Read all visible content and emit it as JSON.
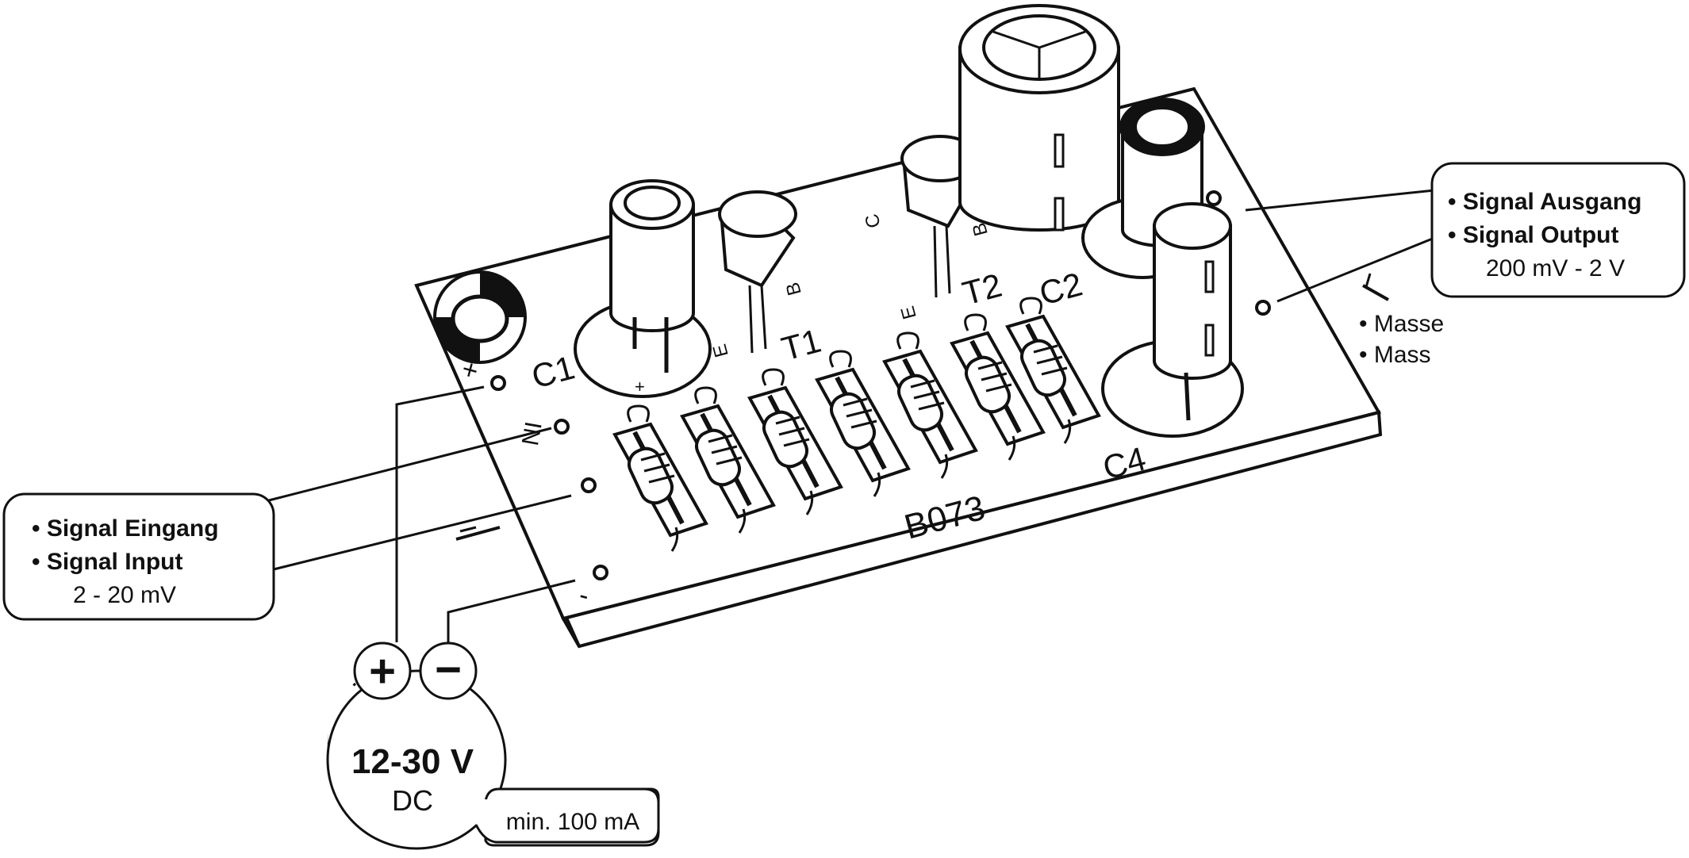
{
  "board": {
    "id": "B073",
    "components": {
      "c1": "C1",
      "c2": "C2",
      "c4": "C4",
      "t1": "T1",
      "t2": "T2",
      "cbe": [
        "C",
        "B",
        "E"
      ]
    },
    "pad_marks": {
      "plus": "+",
      "in": "IN",
      "minus": "-",
      "plus_small": "+"
    }
  },
  "callouts": {
    "input": {
      "line1": "• Signal Eingang",
      "line2": "• Signal Input",
      "range": "2 - 20 mV"
    },
    "output": {
      "line1": "• Signal Ausgang",
      "line2": "• Signal Output",
      "range": "200 mV - 2 V"
    },
    "ground": {
      "line1": "• Masse",
      "line2": "• Mass"
    }
  },
  "power": {
    "plus_symbol": "+",
    "minus_symbol": "−",
    "voltage": "12-30 V",
    "type": "DC",
    "current": "min. 100 mA"
  }
}
